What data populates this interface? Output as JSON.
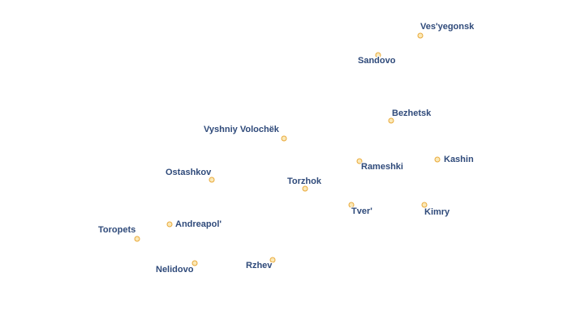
{
  "map": {
    "marker_fill": "#fbe9b8",
    "marker_stroke": "#e9a93a",
    "label_color": "#2f4a7a",
    "places": [
      {
        "id": "vesyegonsk",
        "name": "Ves'yegonsk"
      },
      {
        "id": "sandovo",
        "name": "Sandovo"
      },
      {
        "id": "bezhetsk",
        "name": "Bezhetsk"
      },
      {
        "id": "vyshniy-volochek",
        "name": "Vyshniy Volochёk"
      },
      {
        "id": "kashin",
        "name": "Kashin"
      },
      {
        "id": "rameshki",
        "name": "Rameshki"
      },
      {
        "id": "ostashkov",
        "name": "Ostashkov"
      },
      {
        "id": "torzhok",
        "name": "Torzhok"
      },
      {
        "id": "tver",
        "name": "Tver'"
      },
      {
        "id": "kimry",
        "name": "Kimry"
      },
      {
        "id": "andreapol",
        "name": "Andreapol'"
      },
      {
        "id": "toropets",
        "name": "Toropets"
      },
      {
        "id": "rzhev",
        "name": "Rzhev"
      },
      {
        "id": "nelidovo",
        "name": "Nelidovo"
      }
    ]
  }
}
